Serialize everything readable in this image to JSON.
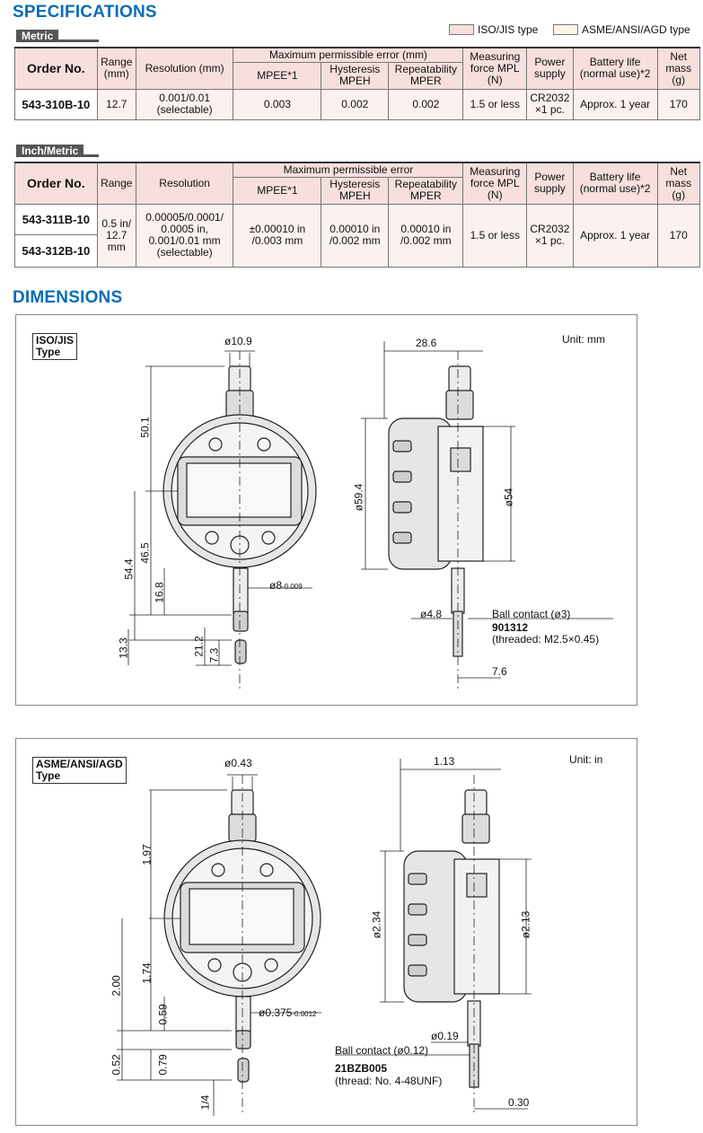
{
  "spec_title": "SPECIFICATIONS",
  "metric_label": "Metric",
  "inch_label": "Inch/Metric",
  "legend": {
    "iso": "ISO/JIS type",
    "asme": "ASME/ANSI/AGD type",
    "iso_color": "#f6dfdc",
    "asme_color": "#fdf6e4"
  },
  "headers": {
    "order": "Order No.",
    "range_metric": "Range (mm)",
    "resolution_metric": "Resolution (mm)",
    "mpe_group_metric": "Maximum permissible error (mm)",
    "range_inch": "Range",
    "resolution_inch": "Resolution",
    "mpe_group_inch": "Maximum permissible error",
    "mpe": "MPEE*1",
    "hysteresis": "Hysteresis MPEH",
    "repeatability": "Repeatability MPER",
    "force": "Measuring force MPL (N)",
    "power": "Power supply",
    "battery": "Battery life (normal use)*2",
    "mass": "Net mass (g)"
  },
  "metric_row": {
    "order": "543-310B-10",
    "range": "12.7",
    "resolution": "0.001/0.01 (selectable)",
    "mpe": "0.003",
    "hysteresis": "0.002",
    "repeatability": "0.002",
    "force": "1.5 or less",
    "power": "CR2032 ×1 pc.",
    "battery": "Approx. 1 year",
    "mass": "170"
  },
  "inch_rows": {
    "order1": "543-311B-10",
    "order2": "543-312B-10",
    "range": "0.5 in/ 12.7 mm",
    "resolution": "0.00005/0.0001/ 0.0005 in, 0.001/0.01 mm (selectable)",
    "mpe": "±0.00010 in /0.003 mm",
    "hysteresis": "0.00010 in /0.002 mm",
    "repeatability": "0.00010 in /0.002 mm",
    "force": "1.5 or less",
    "power": "CR2032 ×1 pc.",
    "battery": "Approx. 1 year",
    "mass": "170"
  },
  "dim_title": "DIMENSIONS",
  "iso_panel": {
    "type_line1": "ISO/JIS",
    "type_line2": "Type",
    "unit": "Unit: mm",
    "d_stem_top": "ø10.9",
    "d_width": "28.6",
    "h_50": "50.1",
    "h_46": "46.5",
    "h_54": "54.4",
    "h_16": "16.8",
    "h_13": "13.3",
    "h_21": "21.2",
    "h_7": "7.3",
    "d_59": "ø59.4",
    "d_54": "ø54",
    "d_stem": "ø8",
    "d_stem_tol": "-0.009",
    "d_4": "ø4.8",
    "ball": "Ball contact (ø3)",
    "part": "901312",
    "thread": "(threaded: M2.5×0.45)",
    "tip": "7.6"
  },
  "asme_panel": {
    "type_line1": "ASME/ANSI/AGD",
    "type_line2": "Type",
    "unit": "Unit: in",
    "d_stem_top": "ø0.43",
    "d_width": "1.13",
    "h_197": "1.97",
    "h_174": "1.74",
    "h_200": "2.00",
    "h_059": "0.59",
    "h_052": "0.52",
    "h_079": "0.79",
    "h_14": "1/4",
    "d_234": "ø2.34",
    "d_213": "ø2.13",
    "d_stem": "ø0.375",
    "d_stem_tol": "-0.0012",
    "d_019": "ø0.19",
    "ball": "Ball contact (ø0.12)",
    "part": "21BZB005",
    "thread": "(thread: No. 4-48UNF)",
    "tip": "0.30"
  }
}
